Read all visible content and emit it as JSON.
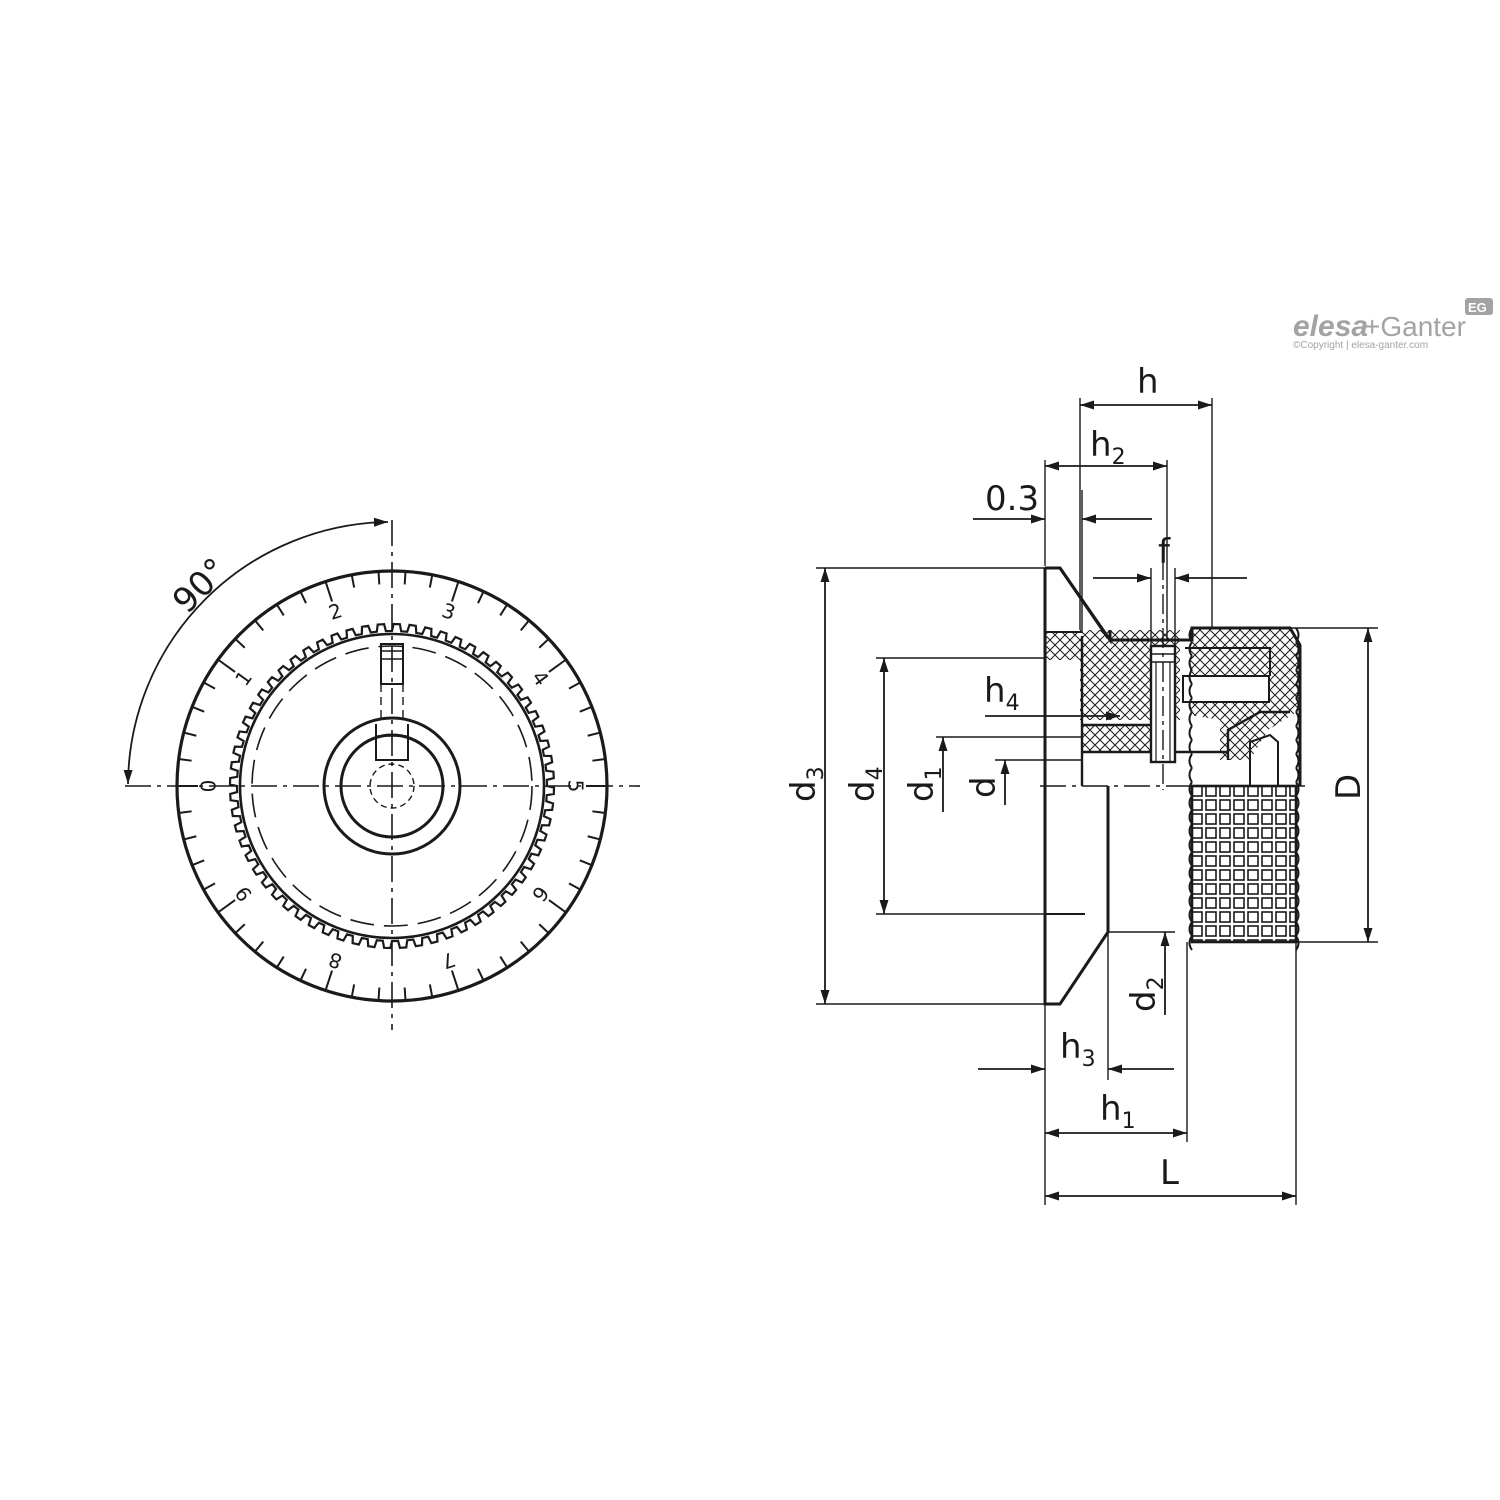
{
  "brand": {
    "logo_word_a": "elesa",
    "logo_word_b": "+Ganter",
    "badge": "EG",
    "copyright": "©Copyright | elesa-ganter.com"
  },
  "front_view": {
    "angle_label": "90°",
    "scale_numbers": [
      "0",
      "1",
      "2",
      "3",
      "4",
      "5",
      "6",
      "7",
      "8",
      "9"
    ]
  },
  "side_view": {
    "dimensions": {
      "h": "h",
      "h2_base": "h",
      "h2_sub": "2",
      "offset": "0.3",
      "f": "f",
      "h4_base": "h",
      "h4_sub": "4",
      "d3_base": "d",
      "d3_sub": "3",
      "d4_base": "d",
      "d4_sub": "4",
      "d1_base": "d",
      "d1_sub": "1",
      "d": "d",
      "D": "D",
      "d2_base": "d",
      "d2_sub": "2",
      "h3_base": "h",
      "h3_sub": "3",
      "h1_base": "h",
      "h1_sub": "1",
      "L": "L"
    }
  }
}
